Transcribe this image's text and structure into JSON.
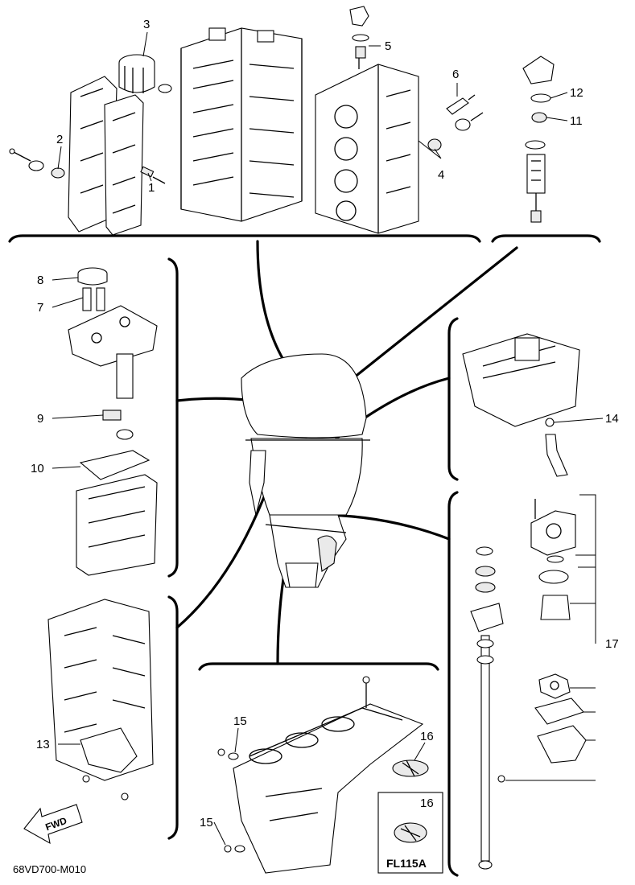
{
  "diagram": {
    "callouts": {
      "c1": "1",
      "c2": "2",
      "c3": "3",
      "c4": "4",
      "c5": "5",
      "c6": "6",
      "c7": "7",
      "c8": "8",
      "c9": "9",
      "c10": "10",
      "c11": "11",
      "c12": "12",
      "c13": "13",
      "c14": "14",
      "c15a": "15",
      "c15b": "15",
      "c16a": "16",
      "c16b": "16",
      "c17": "17"
    },
    "fwd_label": "FWD",
    "inset_label": "FL115A",
    "drawing_code": "68VD700-M010"
  }
}
